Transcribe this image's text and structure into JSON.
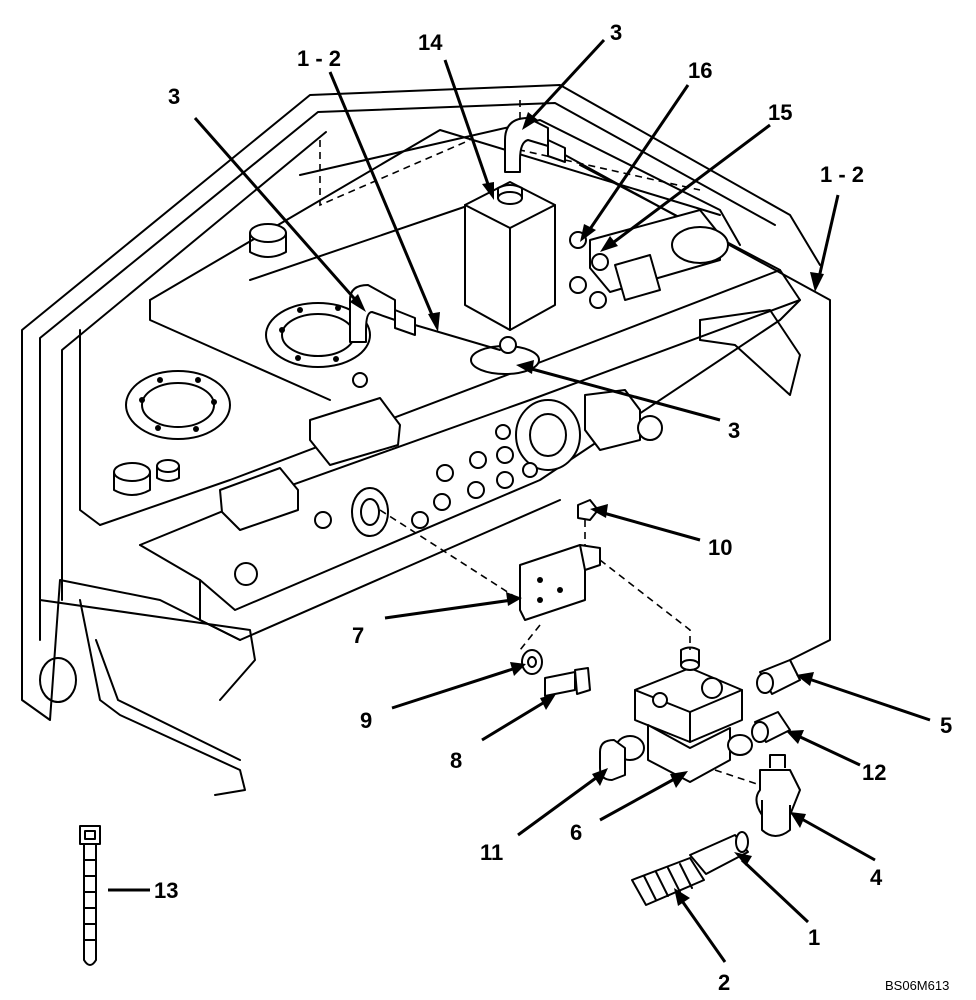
{
  "figure_code": "BS06M613",
  "callouts": [
    {
      "id": "c3a",
      "text": "3"
    },
    {
      "id": "c12a",
      "text": "1 - 2"
    },
    {
      "id": "c14",
      "text": "14"
    },
    {
      "id": "c3b",
      "text": "3"
    },
    {
      "id": "c16",
      "text": "16"
    },
    {
      "id": "c15",
      "text": "15"
    },
    {
      "id": "c12b",
      "text": "1 - 2"
    },
    {
      "id": "c3c",
      "text": "3"
    },
    {
      "id": "c10",
      "text": "10"
    },
    {
      "id": "c7",
      "text": "7"
    },
    {
      "id": "c9",
      "text": "9"
    },
    {
      "id": "c8",
      "text": "8"
    },
    {
      "id": "c5",
      "text": "5"
    },
    {
      "id": "c12",
      "text": "12"
    },
    {
      "id": "c11",
      "text": "11"
    },
    {
      "id": "c6",
      "text": "6"
    },
    {
      "id": "c4",
      "text": "4"
    },
    {
      "id": "c1",
      "text": "1"
    },
    {
      "id": "c2",
      "text": "2"
    },
    {
      "id": "c13",
      "text": "13"
    }
  ]
}
